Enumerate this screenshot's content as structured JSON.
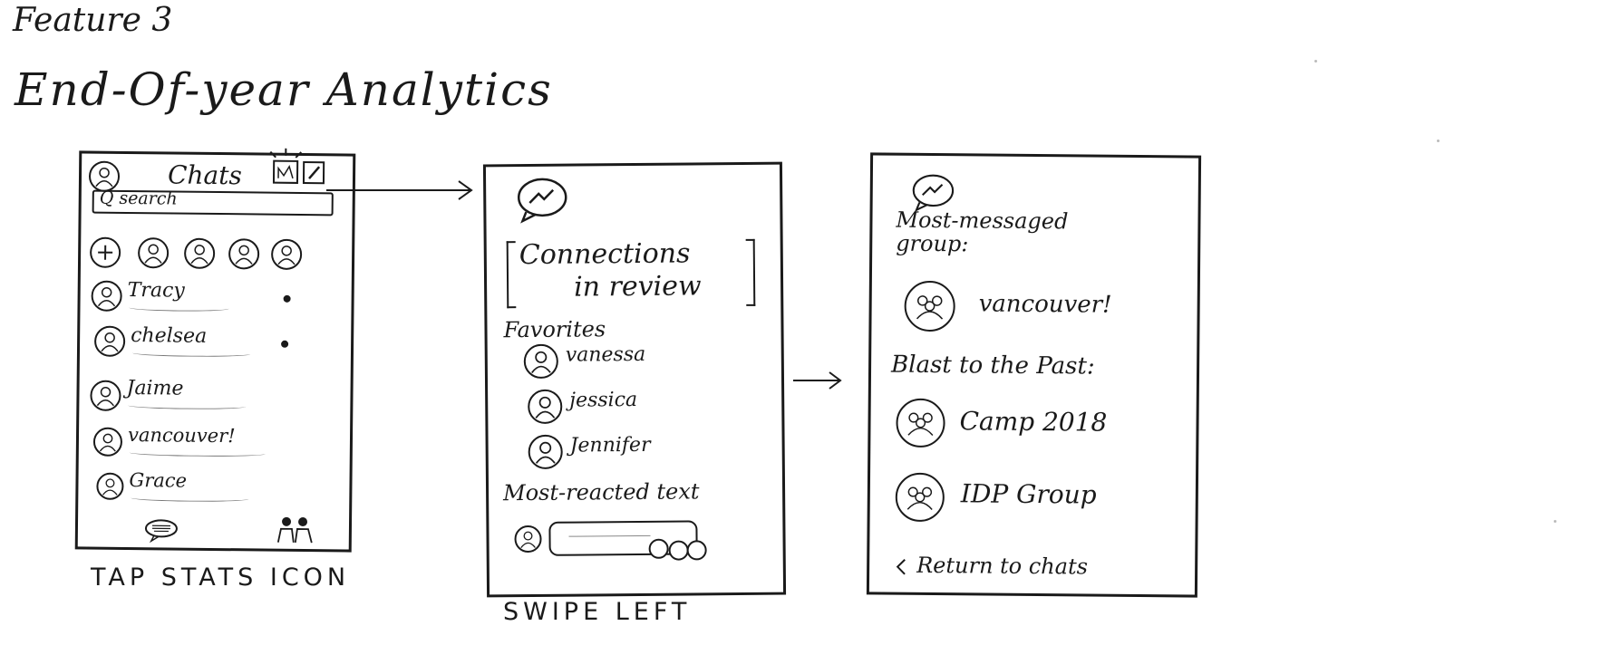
{
  "header": {
    "feature": "Feature 3",
    "title": "End-Of-year Analytics"
  },
  "screen1": {
    "title": "Chats",
    "search": "Q search",
    "chats": [
      "Tracy",
      "chelsea",
      "Jaime",
      "vancouver!",
      "Grace"
    ],
    "caption": "TAP STATS ICON"
  },
  "screen2": {
    "heading_line1": "Connections",
    "heading_line2": "in review",
    "favorites_label": "Favorites",
    "favorites": [
      "vanessa",
      "jessica",
      "Jennifer"
    ],
    "most_reacted_label": "Most-reacted text",
    "caption": "SWIPE LEFT"
  },
  "screen3": {
    "most_messaged_label": "Most-messaged group:",
    "most_messaged_group": "vancouver!",
    "blast_label": "Blast to the Past:",
    "past_groups": [
      "Camp 2018",
      "IDP Group"
    ],
    "return_link": "Return to chats"
  },
  "icons": {
    "profile": "person-circle-icon",
    "stats": "bar-chart-icon",
    "compose": "pencil-icon",
    "messenger": "messenger-logo-icon",
    "group": "group-circle-icon",
    "back": "chevron-left-icon",
    "arrow": "arrow-right-icon"
  }
}
